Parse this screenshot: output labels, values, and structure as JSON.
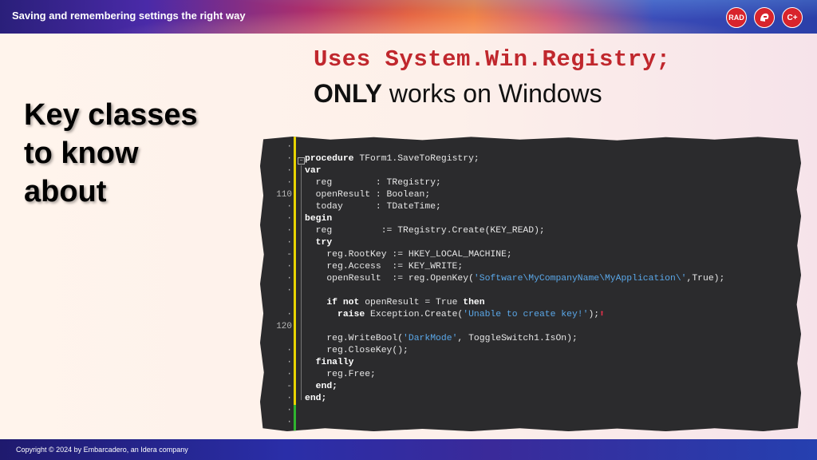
{
  "header": {
    "title": "Saving and remembering settings the right way",
    "logos": [
      {
        "label": "RAD",
        "icon": "rad-studio-logo-icon"
      },
      {
        "label": "",
        "icon": "delphi-helmet-logo-icon"
      },
      {
        "label": "C+",
        "icon": "cpp-builder-logo-icon"
      }
    ]
  },
  "slide": {
    "heading_lines": [
      "Key classes",
      "to know",
      "about"
    ],
    "uses_line": "Uses System.Win.Registry;",
    "only_bold": "ONLY",
    "only_rest": " works on Windows"
  },
  "code": {
    "gutter": [
      "·",
      "·",
      "·",
      "·",
      "110",
      "·",
      "·",
      "·",
      "·",
      "-",
      "·",
      "·",
      "·",
      "",
      "·",
      "120",
      "",
      "·",
      "·",
      "·",
      "-",
      "·",
      "·",
      "·",
      "·"
    ],
    "lines": [
      [],
      [
        {
          "t": "procedure",
          "k": "kw"
        },
        {
          "t": " TForm1.SaveToRegistry;"
        }
      ],
      [
        {
          "t": "var",
          "k": "kw"
        }
      ],
      [
        {
          "t": "  reg        : TRegistry;"
        }
      ],
      [
        {
          "t": "  openResult : Boolean;"
        }
      ],
      [
        {
          "t": "  today      : TDateTime;"
        }
      ],
      [
        {
          "t": "begin",
          "k": "kw"
        }
      ],
      [
        {
          "t": "  reg         := TRegistry.Create(KEY_READ);"
        }
      ],
      [
        {
          "t": "  "
        },
        {
          "t": "try",
          "k": "kw"
        }
      ],
      [
        {
          "t": "    reg.RootKey := HKEY_LOCAL_MACHINE;"
        }
      ],
      [
        {
          "t": "    reg.Access  := KEY_WRITE;"
        }
      ],
      [
        {
          "t": "    openResult  := reg.OpenKey("
        },
        {
          "t": "'Software\\MyCompanyName\\MyApplication\\'",
          "k": "str"
        },
        {
          "t": ",True);"
        }
      ],
      [],
      [
        {
          "t": "    "
        },
        {
          "t": "if not",
          "k": "kw"
        },
        {
          "t": " openResult = True "
        },
        {
          "t": "then",
          "k": "kw"
        }
      ],
      [
        {
          "t": "      "
        },
        {
          "t": "raise",
          "k": "kw"
        },
        {
          "t": " Exception.Create("
        },
        {
          "t": "'Unable to create key!'",
          "k": "str"
        },
        {
          "t": ");"
        },
        {
          "t": "⬆",
          "k": "err-arrow"
        }
      ],
      [],
      [
        {
          "t": "    reg.WriteBool("
        },
        {
          "t": "'DarkMode'",
          "k": "str"
        },
        {
          "t": ", ToggleSwitch1.IsOn);"
        }
      ],
      [
        {
          "t": "    reg.CloseKey();"
        }
      ],
      [
        {
          "t": "  "
        },
        {
          "t": "finally",
          "k": "kw"
        }
      ],
      [
        {
          "t": "    reg.Free;"
        }
      ],
      [
        {
          "t": "  "
        },
        {
          "t": "end;",
          "k": "kw"
        }
      ],
      [
        {
          "t": "end;",
          "k": "kw"
        }
      ],
      [],
      []
    ]
  },
  "footer": {
    "text": "Copyright © 2024  by Embarcadero, an Idera company"
  },
  "colors": {
    "uses_red": "#c0272d",
    "change_bar_yellow": "#e8d400",
    "change_bar_green": "#2fb52f",
    "string_blue": "#5aa7e8",
    "editor_bg": "#2b2b2d"
  }
}
